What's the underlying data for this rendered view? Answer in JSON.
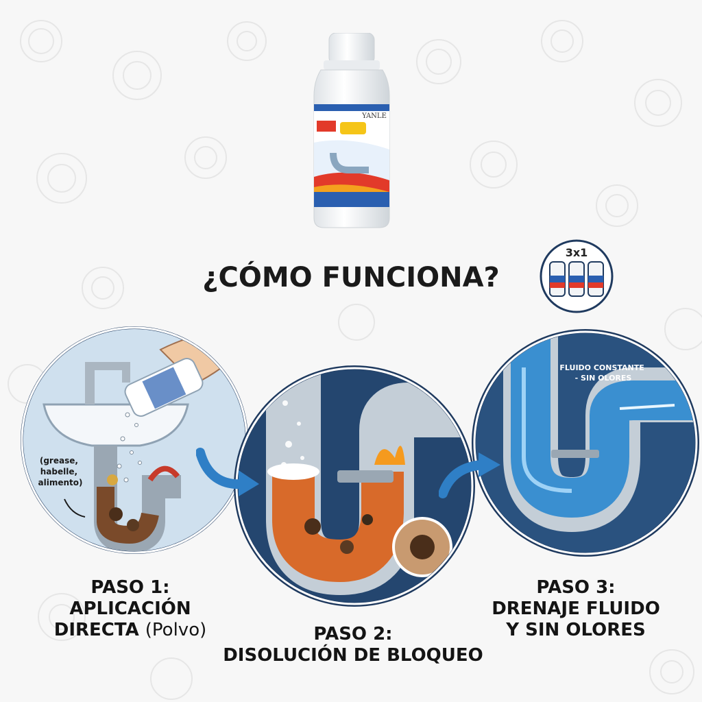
{
  "product": {
    "brand": "YANLE",
    "bundle_label": "3x1"
  },
  "title": "¿CÓMO FUNCIONA?",
  "step1": {
    "heading": "PASO 1:",
    "line1": "APLICACIÓN",
    "line2_bold": "DIRECTA",
    "line2_light": "(Polvo)",
    "annotation": [
      "(grease,",
      "habelle,",
      "alimento)"
    ]
  },
  "step2": {
    "heading": "PASO 2:",
    "line1": "DISOLUCIÓN DE BLOQUEO"
  },
  "step3": {
    "heading": "PASO 3:",
    "line1": "DRENAJE FLUIDO",
    "line2": "Y SIN OLORES",
    "annotation": [
      "FLUIDO CONSTANTE",
      "- SIN OLORES"
    ]
  },
  "colors": {
    "navy": "#1f3a5f",
    "water": "#3a8fd0",
    "pipe": "#b8c3cc",
    "clog": "#c0602a"
  }
}
